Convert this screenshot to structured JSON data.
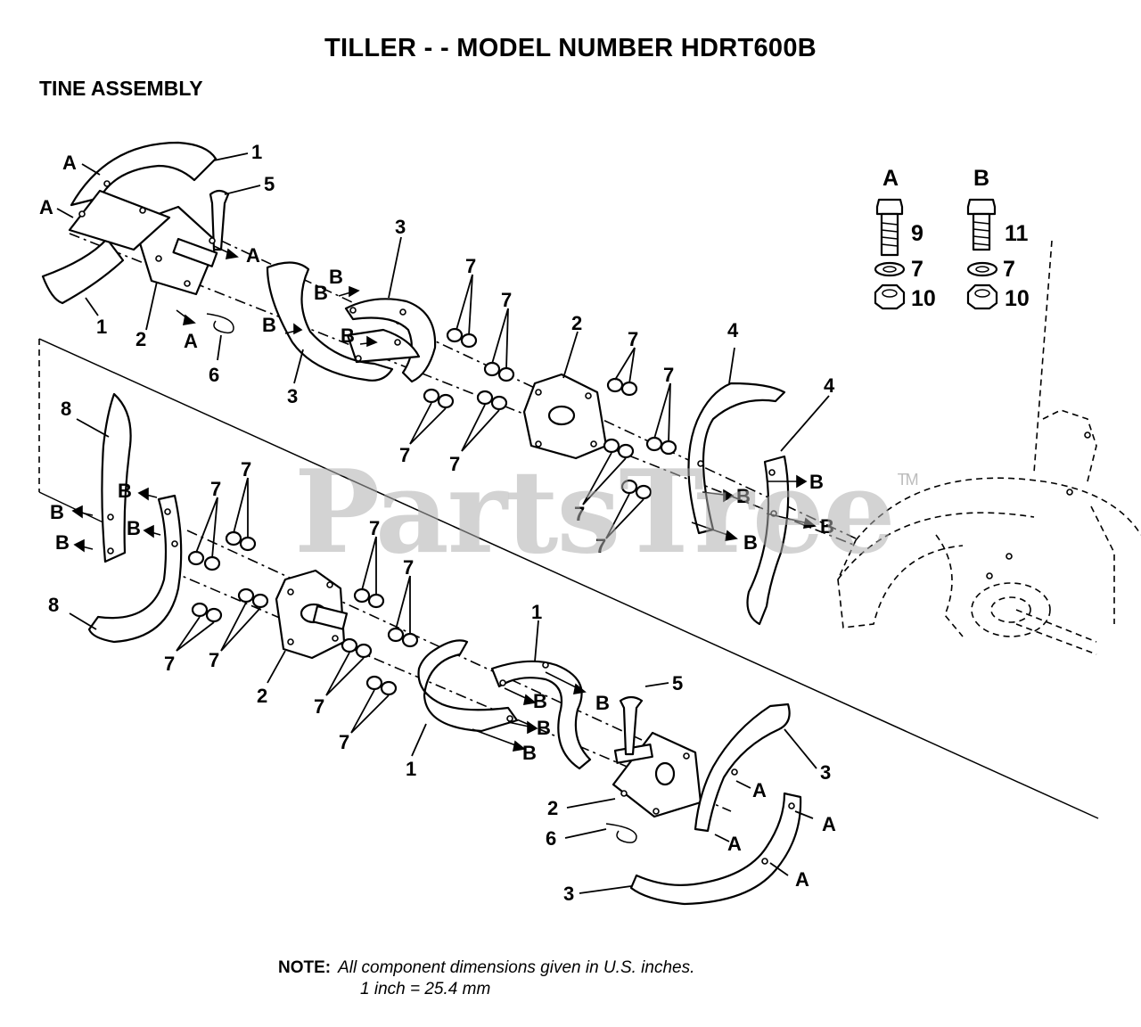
{
  "header": {
    "title": "TILLER - - MODEL NUMBER HDRT600B",
    "subtitle": "TINE ASSEMBLY"
  },
  "watermark": {
    "text": "PartsTree",
    "mark": "TM"
  },
  "legend": {
    "groups": [
      {
        "letter": "A",
        "items": [
          "9",
          "7",
          "10"
        ]
      },
      {
        "letter": "B",
        "items": [
          "11",
          "7",
          "10"
        ]
      }
    ]
  },
  "callouts": {
    "part_1": "1",
    "part_2": "2",
    "part_3": "3",
    "part_4": "4",
    "part_5": "5",
    "part_6": "6",
    "part_7": "7",
    "part_8": "8",
    "ref_a": "A",
    "ref_b": "B"
  },
  "note": {
    "label": "NOTE:",
    "line1": "All component dimensions given in U.S. inches.",
    "line2": "1 inch = 25.4 mm"
  },
  "colors": {
    "ink": "#000000",
    "paper": "#ffffff",
    "watermark": "#afafaf"
  }
}
